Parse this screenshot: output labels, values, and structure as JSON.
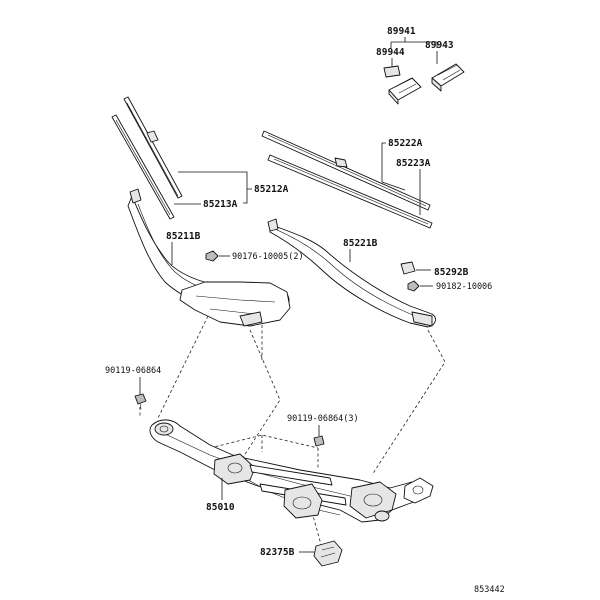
{
  "labels": {
    "p89941": "89941",
    "p89944": "89944",
    "p89943": "89943",
    "p85222A": "85222A",
    "p85223A": "85223A",
    "p85212A": "85212A",
    "p85213A": "85213A",
    "p85211B": "85211B",
    "p90176": "90176-10005(2)",
    "p85221B": "85221B",
    "p85292B": "85292B",
    "p90182": "90182-10006",
    "p90119a": "90119-06864",
    "p90119b": "90119-06864(3)",
    "p85010": "85010",
    "p82375B": "82375B"
  },
  "diagram_id": "853442"
}
